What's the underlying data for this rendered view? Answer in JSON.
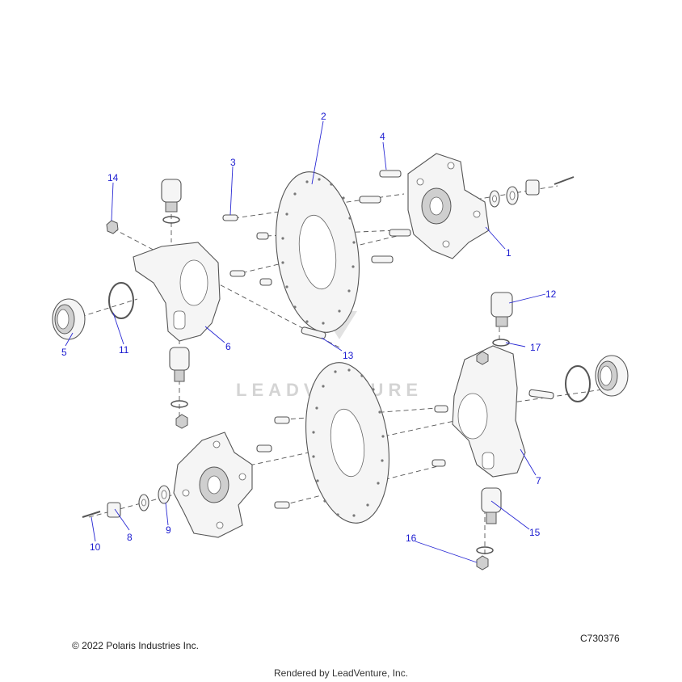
{
  "watermark": "LEADVENTURE",
  "callouts": [
    {
      "id": "c1",
      "label": "1"
    },
    {
      "id": "c2",
      "label": "2"
    },
    {
      "id": "c3",
      "label": "3"
    },
    {
      "id": "c4",
      "label": "4"
    },
    {
      "id": "c5",
      "label": "5"
    },
    {
      "id": "c6",
      "label": "6"
    },
    {
      "id": "c7",
      "label": "7"
    },
    {
      "id": "c8",
      "label": "8"
    },
    {
      "id": "c9",
      "label": "9"
    },
    {
      "id": "c10",
      "label": "10"
    },
    {
      "id": "c11",
      "label": "11"
    },
    {
      "id": "c12",
      "label": "12"
    },
    {
      "id": "c13",
      "label": "13"
    },
    {
      "id": "c14",
      "label": "14"
    },
    {
      "id": "c15",
      "label": "15"
    },
    {
      "id": "c16",
      "label": "16"
    },
    {
      "id": "c17",
      "label": "17"
    }
  ],
  "footer": {
    "copyright": "© 2022 Polaris Industries Inc.",
    "diagram_id": "C730376",
    "rendered_by": "Rendered by LeadVenture, Inc."
  }
}
